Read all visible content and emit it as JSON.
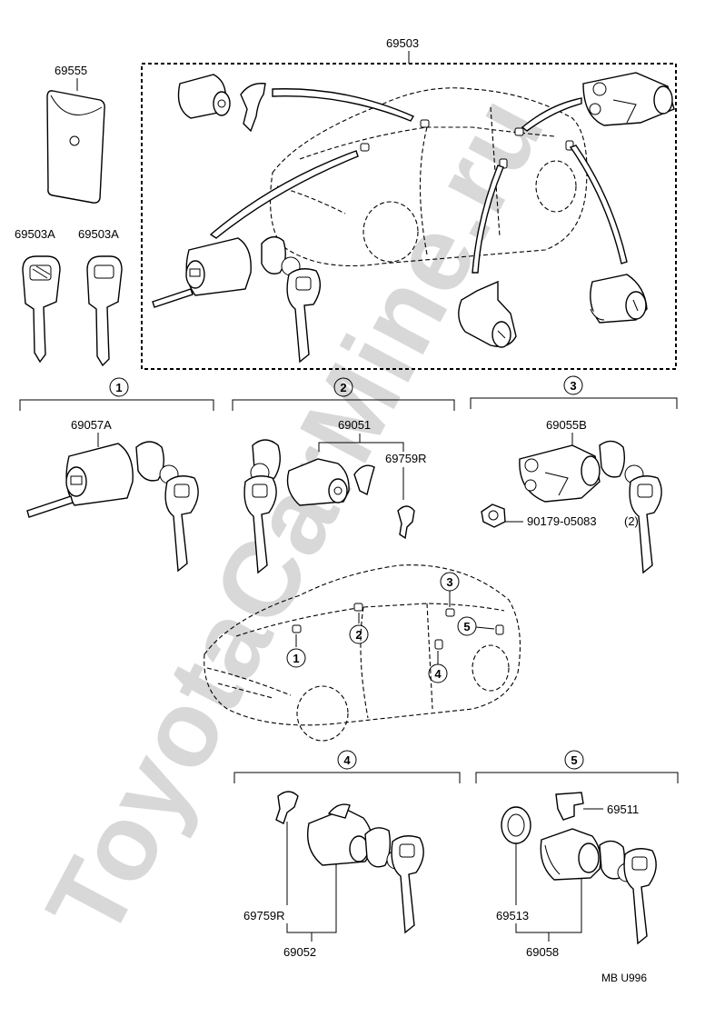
{
  "callouts": {
    "c69503": "69503",
    "c69555": "69555",
    "c69503A_1": "69503A",
    "c69503A_2": "69503A",
    "c69057A": "69057A",
    "c69051": "69051",
    "c69759R_top": "69759R",
    "c69055B": "69055B",
    "c90179": "90179-05083",
    "c90179_qty": "(2)",
    "c69759R_bottom": "69759R",
    "c69052": "69052",
    "c69511": "69511",
    "c69513": "69513",
    "c69058": "69058"
  },
  "groups": [
    "1",
    "2",
    "3",
    "4",
    "5"
  ],
  "car_markers": [
    "1",
    "2",
    "3",
    "4",
    "5"
  ],
  "watermark": "ToyotaCarMine.ru",
  "diagram_code": "MB U996"
}
